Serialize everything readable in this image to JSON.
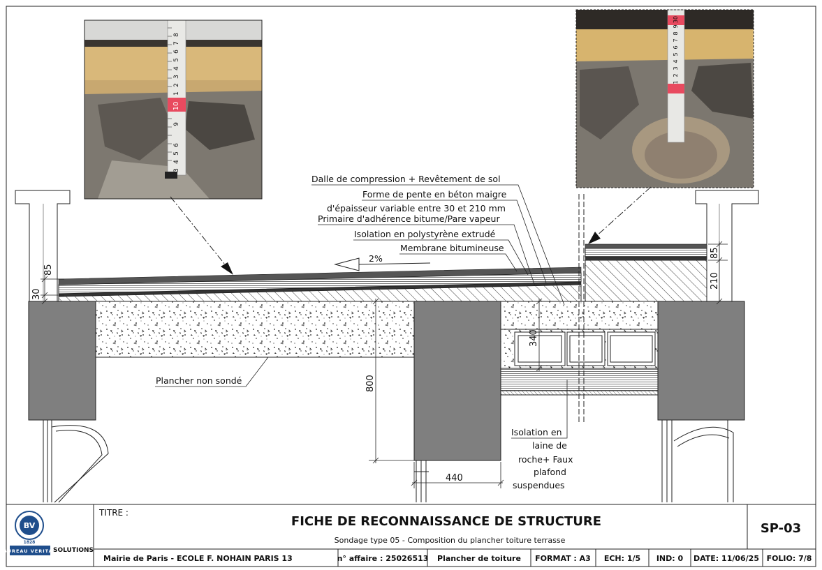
{
  "labels": {
    "dalle": "Dalle de compression + Revêtement de sol",
    "forme_1": "Forme de pente en béton maigre",
    "forme_2": "d'épaisseur variable entre 30 et 210 mm",
    "primaire": "Primaire d'adhérence bitume/Pare vapeur",
    "isolation_xps": "Isolation en polystyrène extrudé",
    "membrane": "Membrane bitumineuse",
    "plancher": "Plancher non sondé",
    "laine_1": "Isolation en",
    "laine_2": "laine de",
    "laine_3": "roche+ Faux",
    "laine_4": "plafond",
    "laine_5": "suspendues",
    "slope": "2%"
  },
  "dimensions": {
    "d85_left": "85",
    "d30_left": "30",
    "d85_right": "85",
    "d210_right": "210",
    "d800": "800",
    "d340": "340",
    "d440": "440"
  },
  "title_block": {
    "titre_label": "TITRE :",
    "main_title": "FICHE DE RECONNAISSANCE DE STRUCTURE",
    "subtitle": "Sondage type 05 - Composition du plancher toiture terrasse",
    "sheet": "SP-03",
    "logo_company": "BUREAU VERITAS",
    "logo_year": "1828",
    "logo_solutions": "SOLUTIONS",
    "client": "Mairie de Paris - ECOLE F. NOHAIN PARIS 13",
    "affaire": "n° affaire : 25026513",
    "object": "Plancher de toiture",
    "format": "FORMAT : A3",
    "scale": "ECH: 1/5",
    "index": "IND: 0",
    "date": "DATE: 11/06/25",
    "folio": "FOLIO: 7/8"
  },
  "photos": {
    "left_tape": [
      "3",
      "4",
      "5",
      "6",
      "9",
      "10",
      "1",
      "2",
      "3",
      "4",
      "5",
      "6",
      "7",
      "8"
    ],
    "right_tape": [
      "1",
      "2",
      "3",
      "4",
      "5",
      "6",
      "7",
      "8",
      "9",
      "30"
    ]
  },
  "colors": {
    "concrete_grey": "#7f7f7f",
    "line": "#111111"
  }
}
